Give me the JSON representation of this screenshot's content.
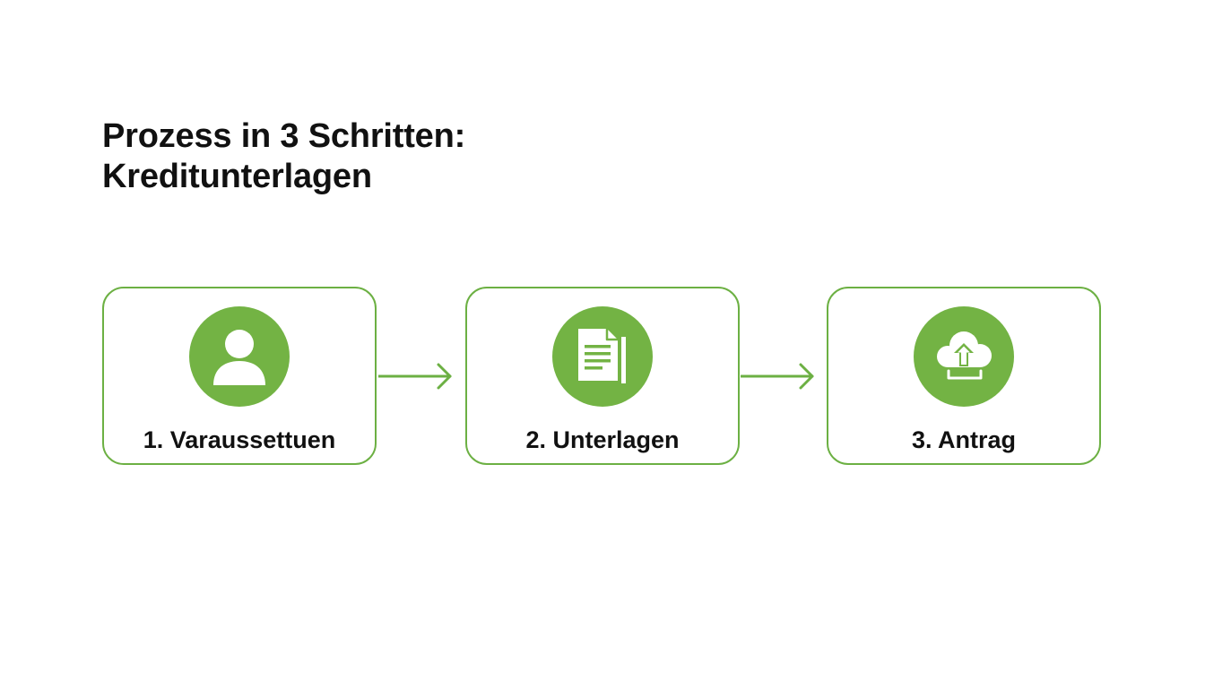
{
  "title": {
    "line1": "Prozess in 3 Schritten:",
    "line2": "Kreditunterlagen"
  },
  "accent_color": "#6cb043",
  "icon_fill_color": "#73b344",
  "steps": [
    {
      "label": "1. Varaussettuen",
      "icon": "person-icon"
    },
    {
      "label": "2. Unterlagen",
      "icon": "documents-icon"
    },
    {
      "label": "3. Antrag",
      "icon": "cloud-upload-icon"
    }
  ]
}
